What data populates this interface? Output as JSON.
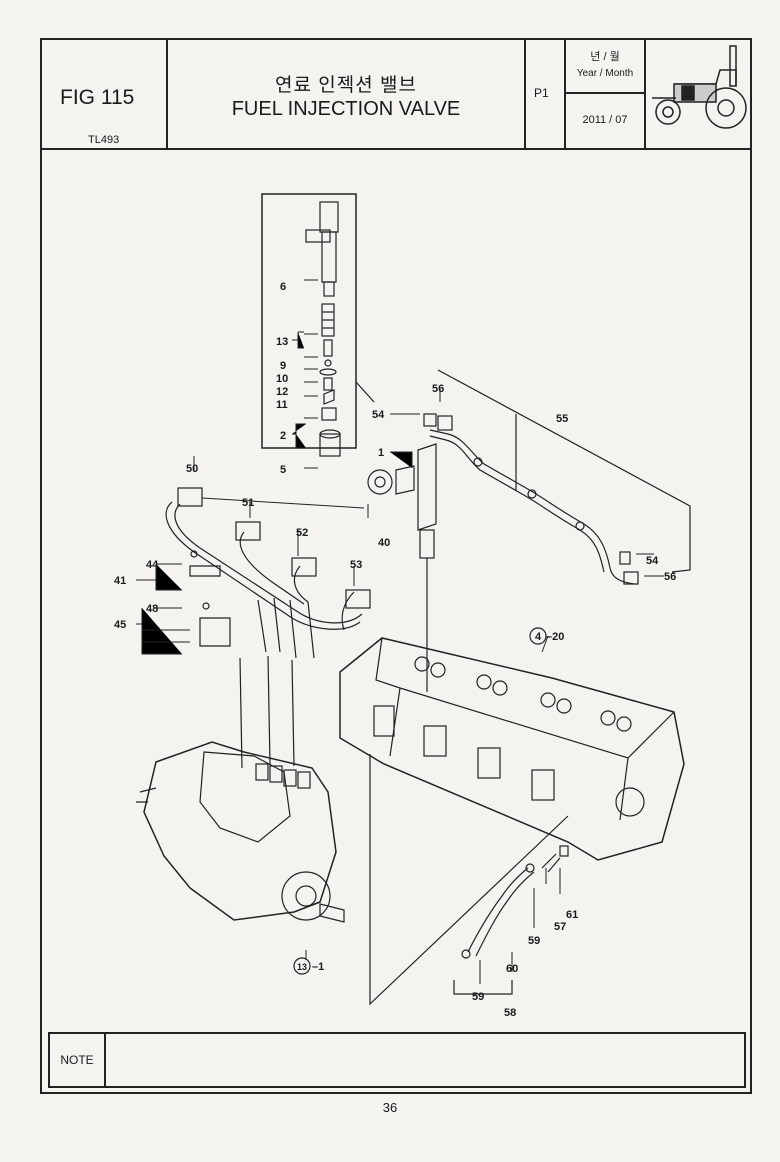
{
  "header": {
    "fig_label": "FIG 115",
    "model": "TL493",
    "title_ko": "연료 인젝션 밸브",
    "title_en": "FUEL INJECTION VALVE",
    "page_code": "P1",
    "year_month_ko": "년 / 월",
    "year_month_en": "Year / Month",
    "date": "2011 / 07"
  },
  "parts": [
    "6",
    "13",
    "9",
    "10",
    "12",
    "11",
    "2",
    "5",
    "1",
    "54",
    "56",
    "55",
    "50",
    "51",
    "40",
    "52",
    "53",
    "44",
    "41",
    "48",
    "45",
    "54",
    "56",
    "20",
    "57",
    "61",
    "59",
    "60",
    "59",
    "58",
    "1"
  ],
  "part_refs": {
    "cylinder_head": "4",
    "injection_pump": "13"
  },
  "note_label": "NOTE",
  "page_number": "36"
}
